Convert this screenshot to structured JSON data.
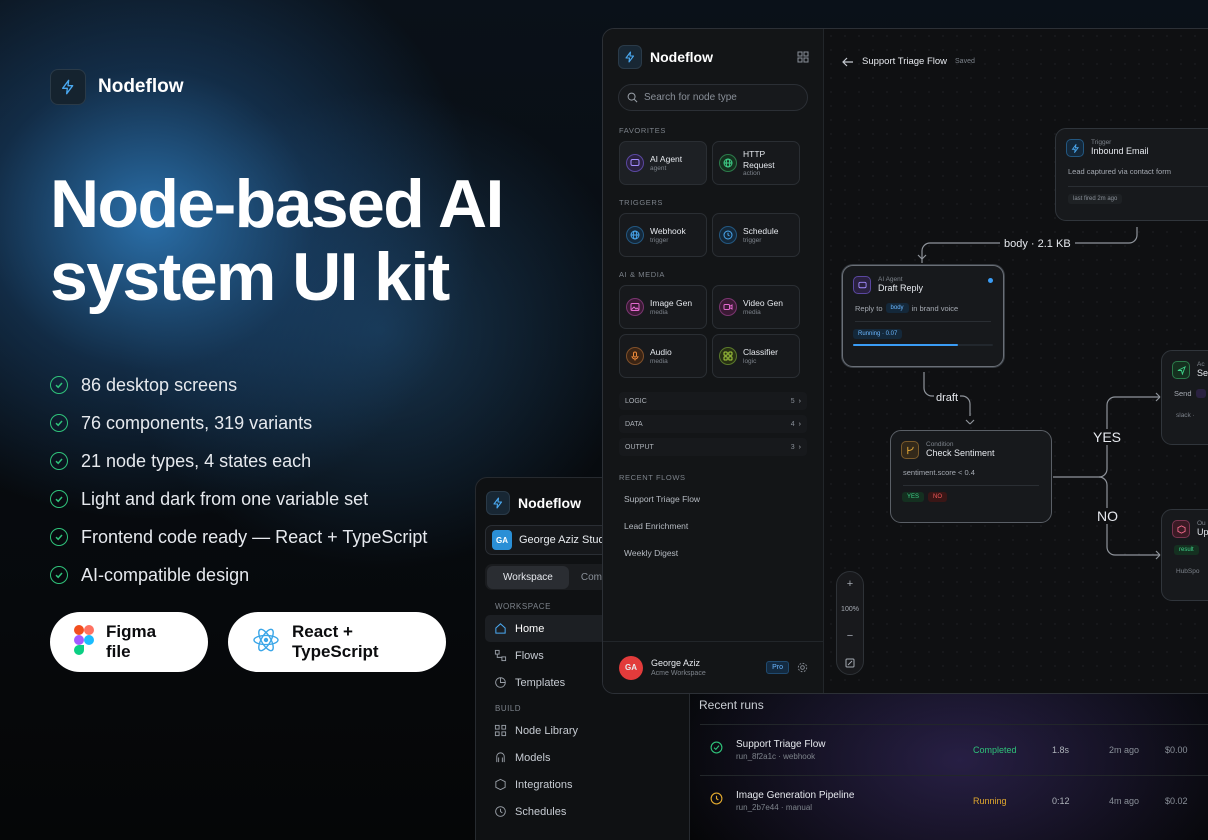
{
  "brand": {
    "name": "Nodeflow"
  },
  "hero": {
    "line1": "Node-based AI",
    "line2": "system UI kit"
  },
  "features": [
    "86 desktop screens",
    "76 components, 319 variants",
    "21 node types, 4 states each",
    "Light and dark from one variable set",
    "Frontend code ready — React + TypeScript",
    "AI-compatible design"
  ],
  "buttons": {
    "figma": "Figma file",
    "react": "React + TypeScript"
  },
  "back": {
    "title": "Nodeflow",
    "avatar": "GA",
    "workspace": "George Aziz Studio",
    "tabs": [
      "Workspace",
      "Community"
    ],
    "section_workspace": "WORKSPACE",
    "nav_ws": [
      "Home",
      "Flows",
      "Templates"
    ],
    "section_build": "BUILD",
    "nav_build": [
      "Node Library",
      "Models",
      "Integrations",
      "Schedules"
    ]
  },
  "side": {
    "title": "Nodeflow",
    "search_placeholder": "Search for node type",
    "favorites_label": "FAVORITES",
    "triggers_label": "TRIGGERS",
    "media_label": "AI & MEDIA",
    "favorites": [
      {
        "name": "AI Agent",
        "sub": "agent"
      },
      {
        "name": "HTTP Request",
        "sub": "action"
      }
    ],
    "triggers": [
      {
        "name": "Webhook",
        "sub": "trigger"
      },
      {
        "name": "Schedule",
        "sub": "trigger"
      }
    ],
    "media": [
      {
        "name": "Image Gen",
        "sub": "media"
      },
      {
        "name": "Video Gen",
        "sub": "media"
      },
      {
        "name": "Audio",
        "sub": "media"
      },
      {
        "name": "Classifier",
        "sub": "logic"
      }
    ],
    "groups": [
      {
        "name": "LOGIC",
        "count": "5"
      },
      {
        "name": "DATA",
        "count": "4"
      },
      {
        "name": "OUTPUT",
        "count": "3"
      }
    ],
    "recent_label": "RECENT FLOWS",
    "recent": [
      "Support Triage Flow",
      "Lead Enrichment",
      "Weekly Digest"
    ],
    "user": {
      "initials": "GA",
      "name": "George Aziz",
      "workspace": "Acme Workspace",
      "plan": "Pro"
    }
  },
  "canvas": {
    "flow_title": "Support Triage Flow",
    "status": "Saved",
    "trigger": {
      "kind": "Trigger",
      "title": "Inbound Email",
      "desc": "Lead captured via contact form",
      "meta": "last fired 2m ago"
    },
    "agent": {
      "kind": "AI Agent",
      "title": "Draft Reply",
      "desc_pre": "Reply to",
      "desc_tag": "body",
      "desc_post": "in brand voice",
      "status": "Running · 0.07",
      "progress": 0.75
    },
    "condition": {
      "kind": "Condition",
      "title": "Check Sentiment",
      "desc": "sentiment.score < 0.4",
      "yes": "YES",
      "no": "NO"
    },
    "action": {
      "kind": "Ac",
      "title": "Se",
      "desc": "Send",
      "meta": "slack ·"
    },
    "output": {
      "kind": "Ou",
      "title": "Up",
      "tag": "result",
      "meta": "HubSpo"
    },
    "edge1": "body · 2.1 KB",
    "edge2": "draft",
    "edge_yes": "YES",
    "edge_no": "NO",
    "zoom": "100%"
  },
  "runs": {
    "title": "Recent runs",
    "rows": [
      {
        "name": "Support Triage Flow",
        "id": "run_8f2a1c · webhook",
        "status": "Completed",
        "duration": "1.8s",
        "time": "2m ago",
        "cost": "$0.00"
      },
      {
        "name": "Image Generation Pipeline",
        "id": "run_2b7e44 · manual",
        "status": "Running",
        "duration": "0:12",
        "time": "4m ago",
        "cost": "$0.02"
      }
    ]
  },
  "colors": {
    "accent": "#2f8fdb",
    "success": "#2fc27a",
    "running": "#e0a82e"
  }
}
